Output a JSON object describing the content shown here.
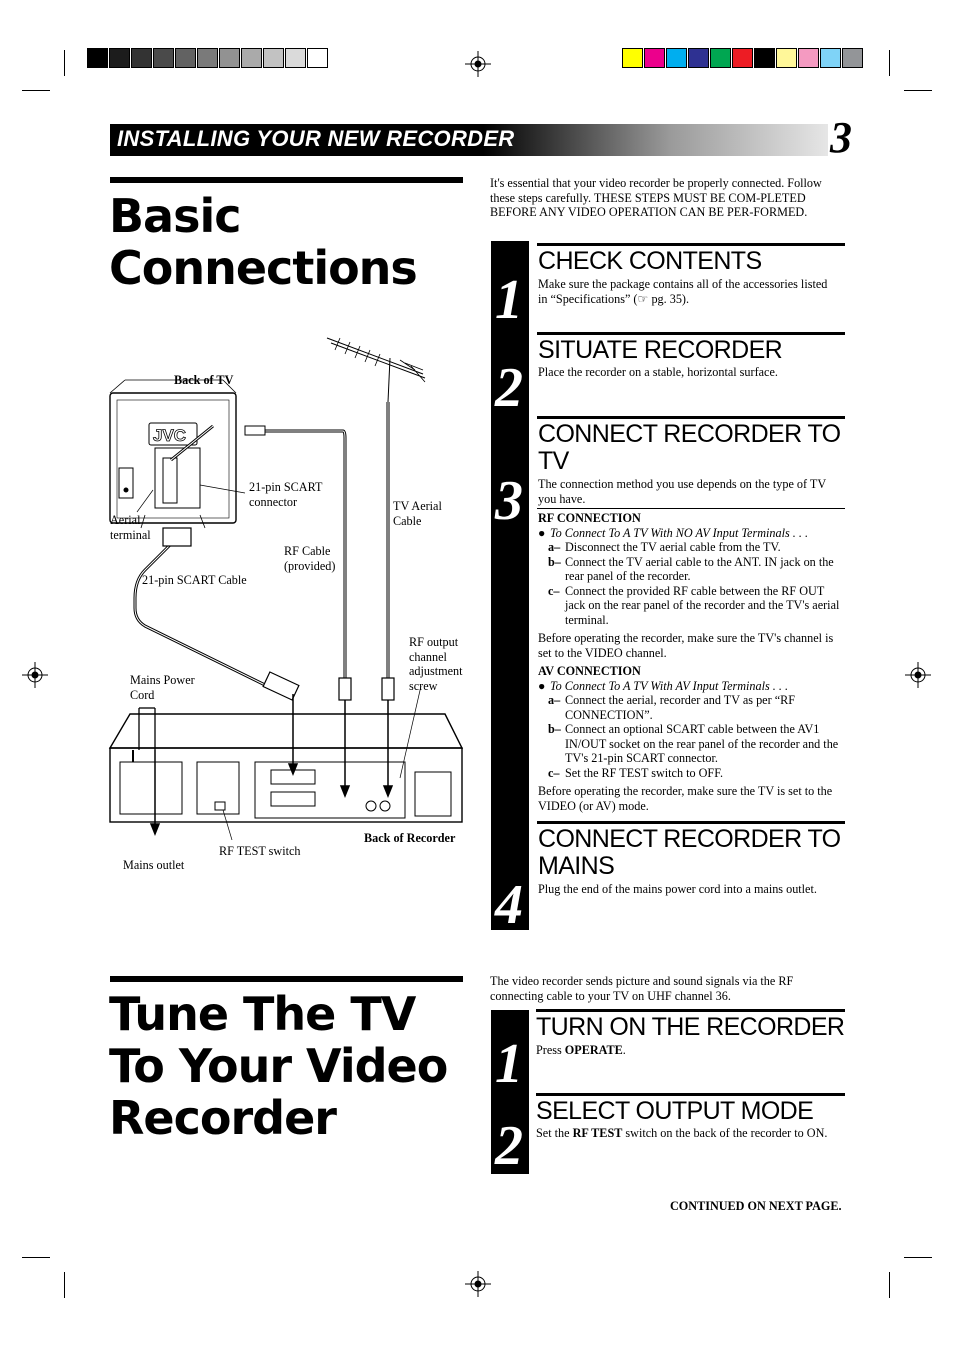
{
  "header": {
    "section": "INSTALLING YOUR NEW RECORDER",
    "page_number": "3"
  },
  "colors": {
    "grays": [
      "#000000",
      "#1c1c1c",
      "#333333",
      "#4a4a4a",
      "#626262",
      "#7a7a7a",
      "#929292",
      "#aaaaaa",
      "#c2c2c2",
      "#dadada",
      "#ffffff"
    ],
    "bars": [
      "#ffff00",
      "#ec008c",
      "#00aeef",
      "#2e3192",
      "#00a651",
      "#ed1c24",
      "#000000",
      "#fff799",
      "#f49ac1",
      "#7fd3f7",
      "#939598"
    ]
  },
  "basic": {
    "title_line1": "Basic",
    "title_line2": "Connections",
    "intro": "It's essential that your video recorder be properly connected. Follow these steps carefully. THESE STEPS MUST BE COM-PLETED BEFORE ANY VIDEO OPERATION CAN BE PER-FORMED.",
    "steps": {
      "s1": {
        "num": "1",
        "heading": "CHECK CONTENTS",
        "text": "Make sure the package contains all of the accessories listed in “Specifications” (☞ pg. 35)."
      },
      "s2": {
        "num": "2",
        "heading": "SITUATE RECORDER",
        "text": "Place the recorder on a stable, horizontal surface."
      },
      "s3": {
        "num": "3",
        "heading_line1": "CONNECT RECORDER TO",
        "heading_line2": "TV",
        "text": "The connection method you use depends on the type of TV you have.",
        "rf_title": "RF CONNECTION",
        "rf_bullet": "To Connect To A TV With NO AV Input Terminals . . .",
        "rf_a_key": "a–",
        "rf_a": "Disconnect the TV aerial cable from the TV.",
        "rf_b_key": "b–",
        "rf_b": "Connect the TV aerial cable to the ANT. IN jack on the rear panel of the recorder.",
        "rf_c_key": "c–",
        "rf_c": "Connect the provided RF cable between the RF OUT jack on the rear panel of the recorder and the TV's aerial terminal.",
        "rf_note": "Before operating the recorder, make sure the TV's channel is set to the VIDEO channel.",
        "av_title": "AV CONNECTION",
        "av_bullet": "To Connect To A TV With AV Input Terminals . . .",
        "av_a_key": "a–",
        "av_a": "Connect the aerial, recorder and TV as per “RF CONNECTION”.",
        "av_b_key": "b–",
        "av_b": "Connect an optional SCART cable between the AV1 IN/OUT socket on the rear panel of the recorder and the TV's 21-pin SCART connector.",
        "av_c_key": "c–",
        "av_c": "Set the RF TEST switch to OFF.",
        "av_note": "Before operating the recorder, make sure the TV is set to the VIDEO (or AV) mode."
      },
      "s4": {
        "num": "4",
        "heading_line1": "CONNECT RECORDER TO",
        "heading_line2": "MAINS",
        "text": "Plug the end of the mains power cord into a mains outlet."
      }
    },
    "diagram": {
      "back_of_tv": "Back of TV",
      "scart_connector_1": "21-pin SCART",
      "scart_connector_2": "connector",
      "aerial_1": "Aerial",
      "aerial_2": "terminal",
      "tv_aerial_1": "TV Aerial",
      "tv_aerial_2": "Cable",
      "rf_cable_1": "RF Cable",
      "rf_cable_2": "(provided)",
      "scart_cable": "21-pin SCART Cable",
      "rf_out_1": "RF output",
      "rf_out_2": "channel",
      "rf_out_3": "adjustment",
      "rf_out_4": "screw",
      "mains_1": "Mains Power",
      "mains_2": "Cord",
      "back_of_recorder": "Back of Recorder",
      "rf_test": "RF TEST switch",
      "mains_outlet": "Mains outlet",
      "tv_logo": "JVC"
    }
  },
  "tune": {
    "title_line1": "Tune The TV",
    "title_line2": "To Your Video",
    "title_line3": "Recorder",
    "intro": "The video recorder sends picture and sound signals via the RF connecting cable to your TV on UHF channel 36.",
    "s1": {
      "num": "1",
      "heading": "TURN ON THE RECORDER",
      "text_pre": "Press ",
      "text_bold": "OPERATE",
      "text_post": "."
    },
    "s2": {
      "num": "2",
      "heading": "SELECT OUTPUT MODE",
      "text_pre": "Set the ",
      "text_bold": "RF TEST",
      "text_post": " switch on the back of the recorder to ON."
    }
  },
  "footer": {
    "continued": "CONTINUED ON NEXT PAGE."
  }
}
